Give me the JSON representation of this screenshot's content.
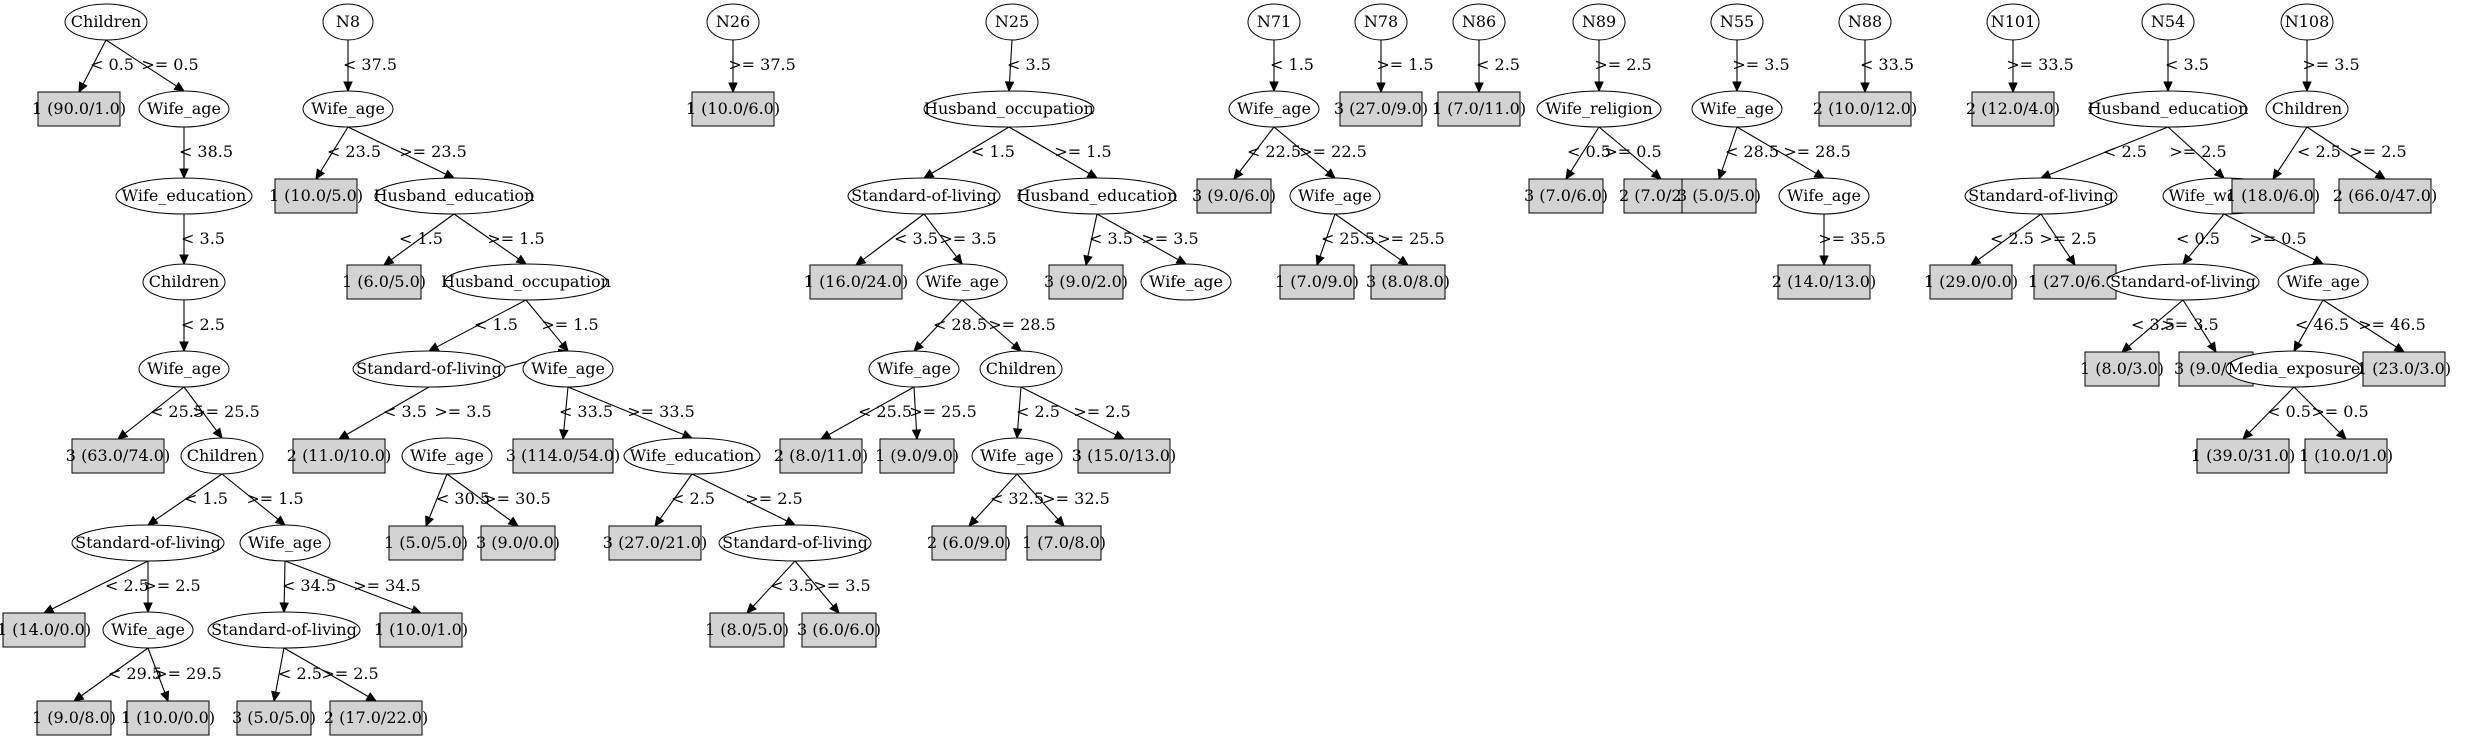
{
  "nodes": {
    "t1_children": "Children",
    "t1_leaf1": "1 (90.0/1.0)",
    "t1_wa1": "Wife_age",
    "t1_we": "Wife_education",
    "t1_ch2": "Children",
    "t1_wa2": "Wife_age",
    "t1_leaf2": "3 (63.0/74.0)",
    "t1_ch3": "Children",
    "t1_sol": "Standard-of-living",
    "t1_wa3": "Wife_age",
    "t1_leaf3": "1 (14.0/0.0)",
    "t1_wa4": "Wife_age",
    "t1_sol2": "Standard-of-living",
    "t1_leaf4": "1 (10.0/1.0)",
    "t1_leaf5": "1 (9.0/8.0)",
    "t1_leaf6": "1 (10.0/0.0)",
    "t1_leaf7": "3 (5.0/5.0)",
    "t1_leaf8": "2 (17.0/22.0)",
    "n8": "N8",
    "n8_wa": "Wife_age",
    "n8_leaf1": "1 (10.0/5.0)",
    "n8_he": "Husband_education",
    "n8_leaf2": "1 (6.0/5.0)",
    "n8_ho": "Husband_occupation",
    "n8_sol": "Standard-of-living",
    "n8_wa2": "Wife_age",
    "n8_leaf3": "2 (11.0/10.0)",
    "n8_wa3": "Wife_age",
    "n8_leaf4": "3 (114.0/54.0)",
    "n8_we": "Wife_education",
    "n8_leaf5": "1 (5.0/5.0)",
    "n8_leaf6": "3 (9.0/0.0)",
    "n8_leaf7": "3 (27.0/21.0)",
    "n8_sol2": "Standard-of-living",
    "n8_leaf8": "1 (8.0/5.0)",
    "n8_leaf9": "3 (6.0/6.0)",
    "n26": "N26",
    "n26_leaf": "1 (10.0/6.0)",
    "n25": "N25",
    "n25_ho": "Husband_occupation",
    "n25_sol": "Standard-of-living",
    "n25_he": "Husband_education",
    "n25_leaf1": "1 (16.0/24.0)",
    "n25_wa": "Wife_age",
    "n25_leaf2": "3 (9.0/2.0)",
    "n25_wa_end": "Wife_age",
    "n25_wa2": "Wife_age",
    "n25_ch": "Children",
    "n25_leaf3": "2 (8.0/11.0)",
    "n25_leaf4": "1 (9.0/9.0)",
    "n25_wa3": "Wife_age",
    "n25_leaf5": "3 (15.0/13.0)",
    "n25_leaf6": "2 (6.0/9.0)",
    "n25_leaf7": "1 (7.0/8.0)",
    "n71": "N71",
    "n71_wa": "Wife_age",
    "n71_leaf1": "3 (9.0/6.0)",
    "n71_wa2": "Wife_age",
    "n71_leaf2": "1 (7.0/9.0)",
    "n71_leaf3": "3 (8.0/8.0)",
    "n78": "N78",
    "n78_leaf": "3 (27.0/9.0)",
    "n86": "N86",
    "n86_leaf": "1 (7.0/11.0)",
    "n89": "N89",
    "n89_wr": "Wife_religion",
    "n89_leaf1": "3 (7.0/6.0)",
    "n89_leaf2": "2 (7.0/2.0)",
    "n55": "N55",
    "n55_wa": "Wife_age",
    "n55_leaf1": "3 (5.0/5.0)",
    "n55_wa2": "Wife_age",
    "n55_leaf2": "2 (14.0/13.0)",
    "n88": "N88",
    "n88_leaf": "2 (10.0/12.0)",
    "n101": "N101",
    "n101_leaf": "2 (12.0/4.0)",
    "n54": "N54",
    "n54_he": "Husband_education",
    "n54_sol": "Standard-of-living",
    "n54_ww": "Wife_working",
    "n54_leaf1": "1 (29.0/0.0)",
    "n54_leaf2": "1 (27.0/6.0)",
    "n54_sol2": "Standard-of-living",
    "n54_wa": "Wife_age",
    "n54_leaf3": "1 (8.0/3.0)",
    "n54_leaf4": "3 (9.0/2.0)",
    "n54_me": "Media_exposure",
    "n54_leaf5": "1 (23.0/3.0)",
    "n54_leaf6": "1 (39.0/31.0)",
    "n54_leaf7": "1 (10.0/1.0)",
    "n108": "N108",
    "n108_ch": "Children",
    "n108_leaf1": "1 (18.0/6.0)",
    "n108_leaf2": "2 (66.0/47.0)"
  },
  "edges": {
    "t1_e1": "< 0.5",
    "t1_e2": ">= 0.5",
    "t1_e3": "< 38.5",
    "t1_e4": "< 3.5",
    "t1_e5": "< 2.5",
    "t1_e6": "< 25.5",
    "t1_e7": ">= 25.5",
    "t1_e8": "< 1.5",
    "t1_e9": ">= 1.5",
    "t1_e10": "< 2.5",
    "t1_e11": ">= 2.5",
    "t1_e12": "< 34.5",
    "t1_e13": ">= 34.5",
    "t1_e14": "< 29.5",
    "t1_e15": ">= 29.5",
    "t1_e16": "< 2.5",
    "t1_e17": ">= 2.5",
    "n8_e1": "< 37.5",
    "n8_e2": "< 23.5",
    "n8_e3": ">= 23.5",
    "n8_e4": "< 1.5",
    "n8_e5": ">= 1.5",
    "n8_e6": "< 1.5",
    "n8_e7": ">= 1.5",
    "n8_e8": "< 3.5",
    "n8_e9": ">= 3.5",
    "n8_e10": "< 33.5",
    "n8_e11": ">= 33.5",
    "n8_e12": "< 30.5",
    "n8_e13": ">= 30.5",
    "n8_e14": "< 2.5",
    "n8_e15": ">= 2.5",
    "n8_e16": "< 3.5",
    "n8_e17": ">= 3.5",
    "n26_e1": ">= 37.5",
    "n25_e1": "< 3.5",
    "n25_e2": "< 1.5",
    "n25_e3": ">= 1.5",
    "n25_e4": "< 3.5",
    "n25_e5": ">= 3.5",
    "n25_e6": "< 3.5",
    "n25_e7": ">= 3.5",
    "n25_e8": "< 28.5",
    "n25_e9": ">= 28.5",
    "n25_e10": "< 25.5",
    "n25_e11": ">= 25.5",
    "n25_e12": "< 2.5",
    "n25_e13": ">= 2.5",
    "n25_e14": "< 32.5",
    "n25_e15": ">= 32.5",
    "n71_e1": "< 1.5",
    "n71_e2": "< 22.5",
    "n71_e3": ">= 22.5",
    "n71_e4": "< 25.5",
    "n71_e5": ">= 25.5",
    "n78_e1": ">= 1.5",
    "n86_e1": "< 2.5",
    "n89_e1": ">= 2.5",
    "n89_e2": "< 0.5",
    "n89_e3": ">= 0.5",
    "n55_e1": ">= 3.5",
    "n55_e2": "< 28.5",
    "n55_e3": ">= 28.5",
    "n55_e4": ">= 35.5",
    "n88_e1": "< 33.5",
    "n101_e1": ">= 33.5",
    "n54_e1": "< 3.5",
    "n54_e2": "< 2.5",
    "n54_e3": ">= 2.5",
    "n54_e4": "< 2.5",
    "n54_e5": ">= 2.5",
    "n54_e6": "< 0.5",
    "n54_e7": ">= 0.5",
    "n54_e8": "< 3.5",
    "n54_e9": ">= 3.5",
    "n54_e10": "< 46.5",
    "n54_e11": ">= 46.5",
    "n54_e12": "< 0.5",
    "n54_e13": ">= 0.5",
    "n108_e1": ">= 3.5",
    "n108_e2": "< 2.5",
    "n108_e3": ">= 2.5"
  }
}
